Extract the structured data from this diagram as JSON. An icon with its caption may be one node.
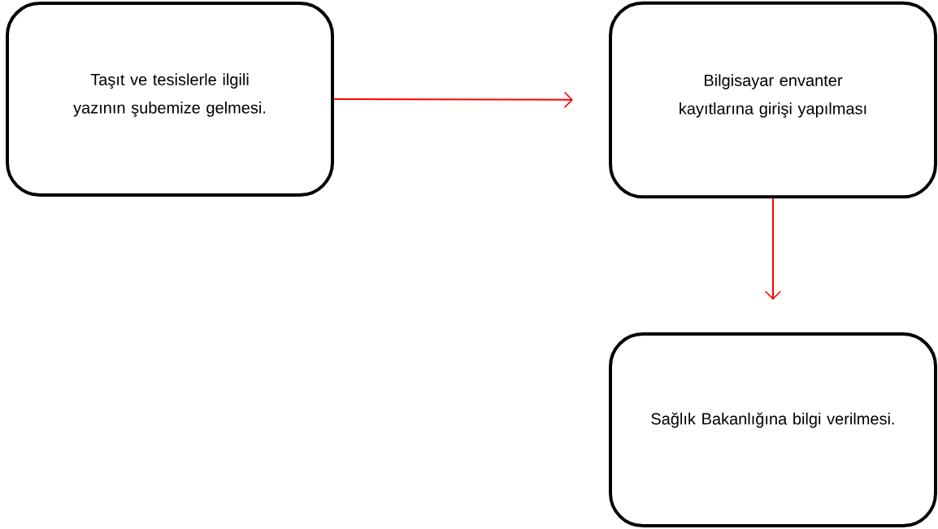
{
  "diagram": {
    "nodes": [
      {
        "text": [
          "Taşıt ve tesislerle ilgili yazının şubemize gelmesi."
        ]
      },
      {
        "text": [
          "Bilgisayar envanter kayıtlarına girişi yapılması"
        ]
      },
      {
        "text": [
          "Sağlık Bakanlığına bilgi verilmesi."
        ]
      }
    ],
    "edges": [
      {
        "from": 0,
        "to": 1,
        "arrow": "to"
      },
      {
        "from": 1,
        "to": 2,
        "arrow": "to"
      }
    ]
  }
}
